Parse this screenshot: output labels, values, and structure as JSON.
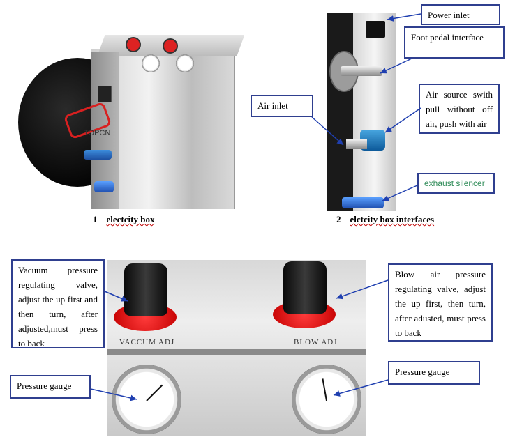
{
  "captions": {
    "box1_num": "1",
    "box1_label": "electcity box",
    "box2_num": "2",
    "box2_label": "elctcity box interfaces"
  },
  "callouts": {
    "power_inlet": "Power inlet",
    "foot_pedal": "Foot pedal interface",
    "air_inlet": "Air inlet",
    "air_source": "Air source swith pull without off air, push with air",
    "exhaust_silencer": "exhaust silencer",
    "vacuum_valve": "Vacuum pressure regulating valve, adjust the up first and then turn, after adjusted,must press to back",
    "blow_valve": "Blow air pressure regulating valve, adjust the up first, then turn, after adusted, must press to back",
    "pressure_gauge_left": "Pressure gauge",
    "pressure_gauge_right": "Pressure gauge"
  },
  "photo_text": {
    "brand": "TOPCN",
    "vacuum_plate": "VACCUM ADJ",
    "blow_plate": "BLOW ADJ"
  },
  "colors": {
    "callout_border": "#2f3f8f",
    "arrow": "#1f3fb0",
    "exhaust_text": "#2e8b57",
    "brand_red": "#e02020"
  }
}
